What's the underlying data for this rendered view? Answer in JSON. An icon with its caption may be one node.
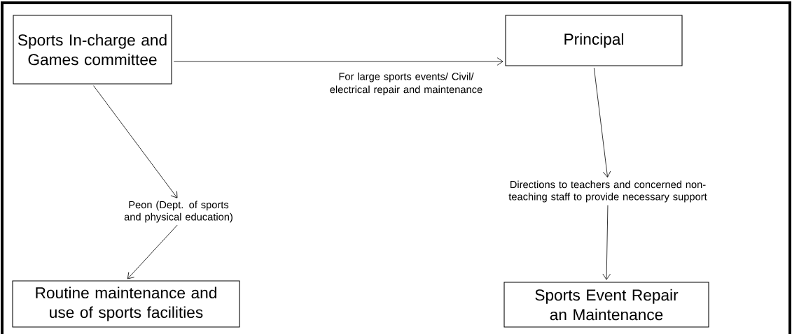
{
  "diagram": {
    "nodes": [
      {
        "text": [
          "Sports In-charge and Games committee"
        ]
      },
      {
        "text": [
          "Principal"
        ]
      },
      {
        "text": [
          "Peon (Dept. of sports and physical education)"
        ]
      },
      {
        "text": [
          "Routine maintenance and use of sports facilities"
        ]
      },
      {
        "text": [
          "Directions to teachers and concerned non-teaching staff to provide necessary support"
        ]
      },
      {
        "text": [
          "Sports Event Repair an Maintenance"
        ]
      }
    ],
    "edges": [
      {
        "from": 0,
        "to": 1,
        "arrow": "to",
        "label": "For large sports events/ Civil/ electrical repair and maintenance"
      },
      {
        "from": 0,
        "to": 2,
        "arrow": "to"
      },
      {
        "from": 2,
        "to": 3,
        "arrow": "to"
      },
      {
        "from": 1,
        "to": 4,
        "arrow": "to"
      },
      {
        "from": 4,
        "to": 5,
        "arrow": "to"
      }
    ]
  }
}
